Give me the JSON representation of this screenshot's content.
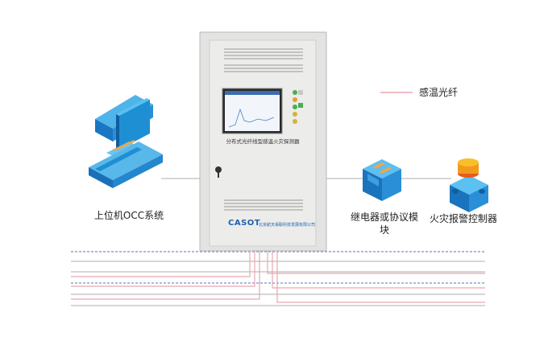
{
  "legend": {
    "label": "感温光纤",
    "line_color": "#e8a6b3"
  },
  "cabinet": {
    "caption": "分布式光纤线型感温火灾探测器",
    "brand": "CASOT",
    "brand_subtitle": "北京航天易联科技发展有限公司"
  },
  "pc": {
    "label": "上位机OCC系统"
  },
  "relay": {
    "label": "继电器或协议模块"
  },
  "alarm": {
    "label": "火灾报警控制器"
  },
  "colors": {
    "device_blue": "#1e8fd2",
    "fiber": "#e8a6b3",
    "cable_dashed": "#7b8fc4",
    "line_gray": "#bdbdbd",
    "cabinet": "#e3e3e1"
  }
}
